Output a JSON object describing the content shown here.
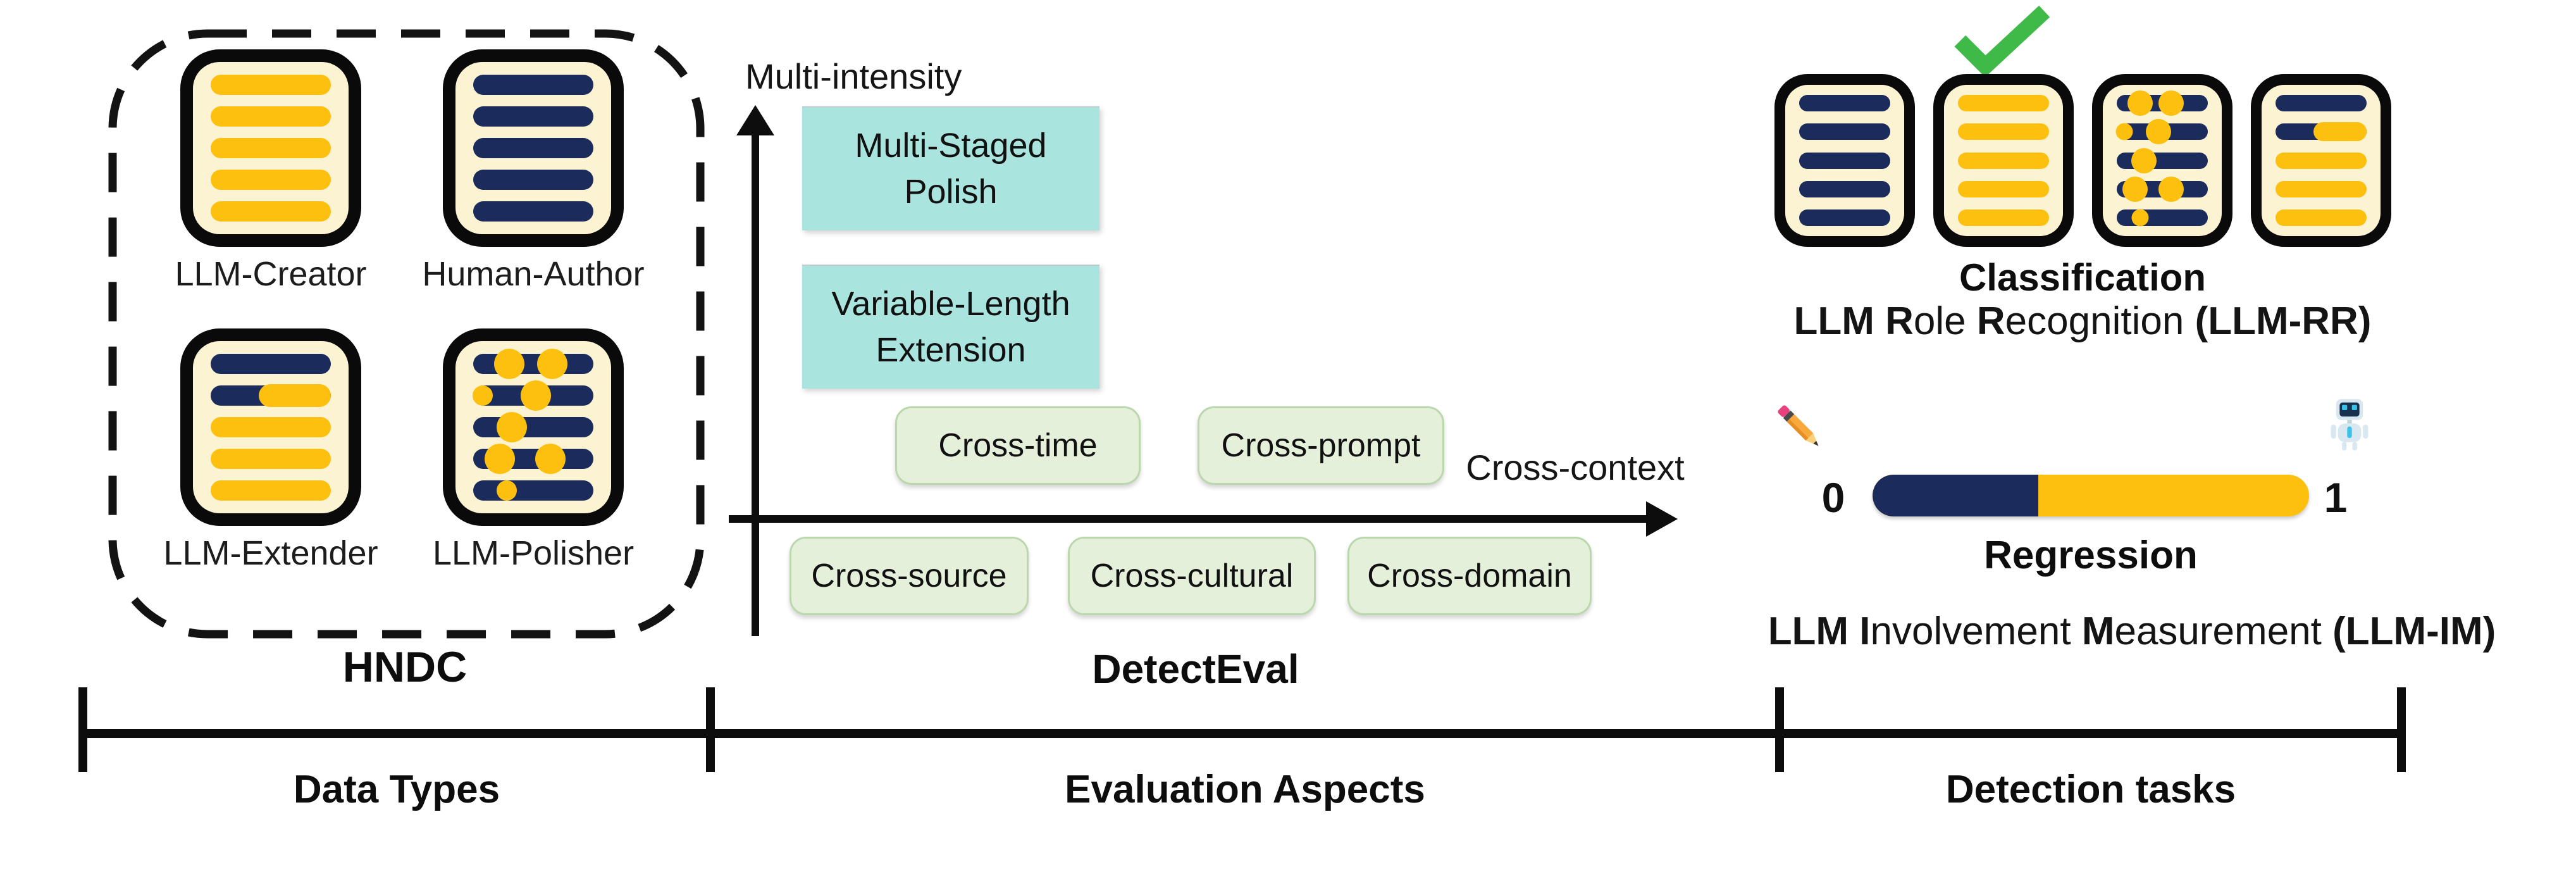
{
  "colors": {
    "navy": "#1B2B5C",
    "yellow": "#FEC00F",
    "cream": "#FCF3D2",
    "teal": "#A9E4DE",
    "teal_edge": "#C2CECD",
    "green_fill": "#E4F0DA",
    "green_border": "#BAD8AB",
    "check_green": "#3FBA49",
    "ink": "#0D0D0D"
  },
  "data_types": {
    "group_label": "HNDC",
    "section_label": "Data Types",
    "documents": [
      {
        "label": "LLM-Creator",
        "lines": [
          {
            "color": "yellow"
          },
          {
            "color": "yellow"
          },
          {
            "color": "yellow"
          },
          {
            "color": "yellow"
          },
          {
            "color": "yellow"
          }
        ]
      },
      {
        "label": "Human-Author",
        "lines": [
          {
            "color": "navy"
          },
          {
            "color": "navy"
          },
          {
            "color": "navy"
          },
          {
            "color": "navy"
          },
          {
            "color": "navy"
          }
        ]
      },
      {
        "label": "LLM-Extender",
        "lines": [
          {
            "color": "navy"
          },
          {
            "split": 0.4
          },
          {
            "color": "yellow"
          },
          {
            "color": "yellow"
          },
          {
            "color": "yellow"
          }
        ]
      },
      {
        "label": "LLM-Polisher",
        "lines": [
          {
            "color": "navy",
            "dots": [
              0.3,
              0.66
            ]
          },
          {
            "color": "navy",
            "dots": [
              {
                "x": 0.08,
                "s": 1
              },
              0.52
            ]
          },
          {
            "color": "navy",
            "dots": [
              0.32
            ]
          },
          {
            "color": "navy",
            "dots": [
              0.22,
              0.64
            ]
          },
          {
            "color": "navy",
            "dots": [
              {
                "x": 0.28,
                "s": 1
              }
            ]
          }
        ]
      }
    ]
  },
  "evaluation": {
    "y_axis_label": "Multi-intensity",
    "x_axis_label": "Cross-context",
    "callouts": [
      "Multi-Staged Polish",
      "Variable-Length Extension"
    ],
    "above_axis": [
      "Cross-time",
      "Cross-prompt"
    ],
    "below_axis": [
      "Cross-source",
      "Cross-cultural",
      "Cross-domain"
    ],
    "group_label": "DetectEval",
    "section_label": "Evaluation Aspects"
  },
  "detection": {
    "section_label": "Detection tasks",
    "classification_label": "Classification",
    "llm_rr_parts": [
      {
        "t": "LLM R",
        "b": 1
      },
      {
        "t": "ole ",
        "b": 0
      },
      {
        "t": "R",
        "b": 1
      },
      {
        "t": "ecognition ",
        "b": 0
      },
      {
        "t": "(LLM-RR)",
        "b": 1
      }
    ],
    "documents": [
      {
        "lines": [
          {
            "color": "navy"
          },
          {
            "color": "navy"
          },
          {
            "color": "navy"
          },
          {
            "color": "navy"
          },
          {
            "color": "navy"
          }
        ]
      },
      {
        "lines": [
          {
            "color": "yellow"
          },
          {
            "color": "yellow"
          },
          {
            "color": "yellow"
          },
          {
            "color": "yellow"
          },
          {
            "color": "yellow"
          }
        ]
      },
      {
        "lines": [
          {
            "color": "navy",
            "dots": [
              0.26,
              0.6
            ]
          },
          {
            "color": "navy",
            "dots": [
              {
                "x": 0.08,
                "s": 1
              },
              0.46
            ]
          },
          {
            "color": "navy",
            "dots": [
              0.3
            ]
          },
          {
            "color": "navy",
            "dots": [
              0.2,
              0.6
            ]
          },
          {
            "color": "navy",
            "dots": [
              {
                "x": 0.26,
                "s": 1
              }
            ]
          }
        ]
      },
      {
        "lines": [
          {
            "color": "navy"
          },
          {
            "split": 0.42
          },
          {
            "color": "yellow"
          },
          {
            "color": "yellow"
          },
          {
            "color": "yellow"
          }
        ]
      }
    ],
    "regression_label": "Regression",
    "scale_min": "0",
    "scale_max": "1",
    "bar_llm_fraction": 0.38,
    "llm_im_parts": [
      {
        "t": "LLM I",
        "b": 1
      },
      {
        "t": "nvolvement ",
        "b": 0
      },
      {
        "t": "M",
        "b": 1
      },
      {
        "t": "easurement ",
        "b": 0
      },
      {
        "t": "(LLM-IM)",
        "b": 1
      }
    ],
    "icons": {
      "check": "check-icon",
      "pencil": "pencil-icon",
      "robot": "robot-icon"
    }
  }
}
